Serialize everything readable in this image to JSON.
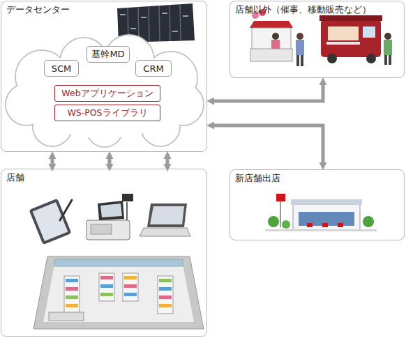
{
  "diagram": {
    "nodes": [
      {
        "text": [
          "データセンター"
        ]
      },
      {
        "text": [
          "SCM"
        ],
        "in": 0
      },
      {
        "text": [
          "基幹MD"
        ],
        "in": 0
      },
      {
        "text": [
          "CRM"
        ],
        "in": 0
      },
      {
        "text": [
          "Webアプリケーション"
        ],
        "in": 0
      },
      {
        "text": [
          "WS-POSライブラリ"
        ],
        "in": 0
      },
      {
        "text": [
          "店舗以外（催事、移動販売など）"
        ]
      },
      {
        "text": [
          "店舗"
        ]
      },
      {
        "text": [
          "新店舗出店"
        ]
      }
    ],
    "edges": [
      {
        "from": 0,
        "to": 6,
        "arrow": "both"
      },
      {
        "from": 0,
        "to": 8,
        "arrow": "both"
      },
      {
        "from": 0,
        "to": 7,
        "arrow": "both"
      },
      {
        "from": 0,
        "to": 7,
        "arrow": "both"
      },
      {
        "from": 0,
        "to": 7,
        "arrow": "both"
      }
    ]
  }
}
